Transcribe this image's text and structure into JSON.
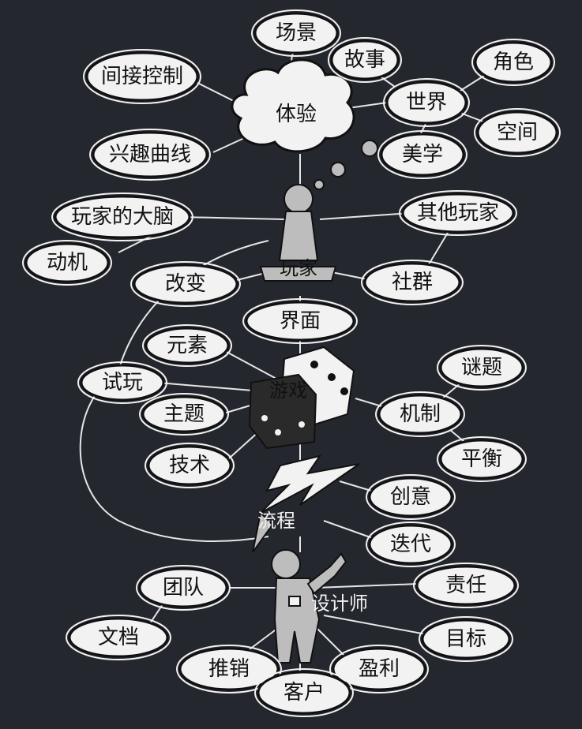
{
  "nodes": {
    "changjing": "场景",
    "jianjie_kongzhi": "间接控制",
    "gushi": "故事",
    "jiaose": "角色",
    "tiyan": "体验",
    "shijie": "世界",
    "kongjian": "空间",
    "xingqu_quxian": "兴趣曲线",
    "meixue": "美学",
    "wanjia_danao": "玩家的大脑",
    "qita_wanjia": "其他玩家",
    "dongji": "动机",
    "wanjia": "玩家",
    "gaibian": "改变",
    "shequn": "社群",
    "jiemian": "界面",
    "yuansu": "元素",
    "miti": "谜题",
    "shiwan": "试玩",
    "youxi": "游戏",
    "jizhi": "机制",
    "zhuti": "主题",
    "pingheng": "平衡",
    "jishu": "技术",
    "chuangyi": "创意",
    "liucheng": "流程",
    "diedai": "迭代",
    "tuandui": "团队",
    "zeren": "责任",
    "shejishi": "设计师",
    "wendang": "文档",
    "mubiao": "目标",
    "tuixiao": "推销",
    "yingli": "盈利",
    "kehu": "客户"
  }
}
